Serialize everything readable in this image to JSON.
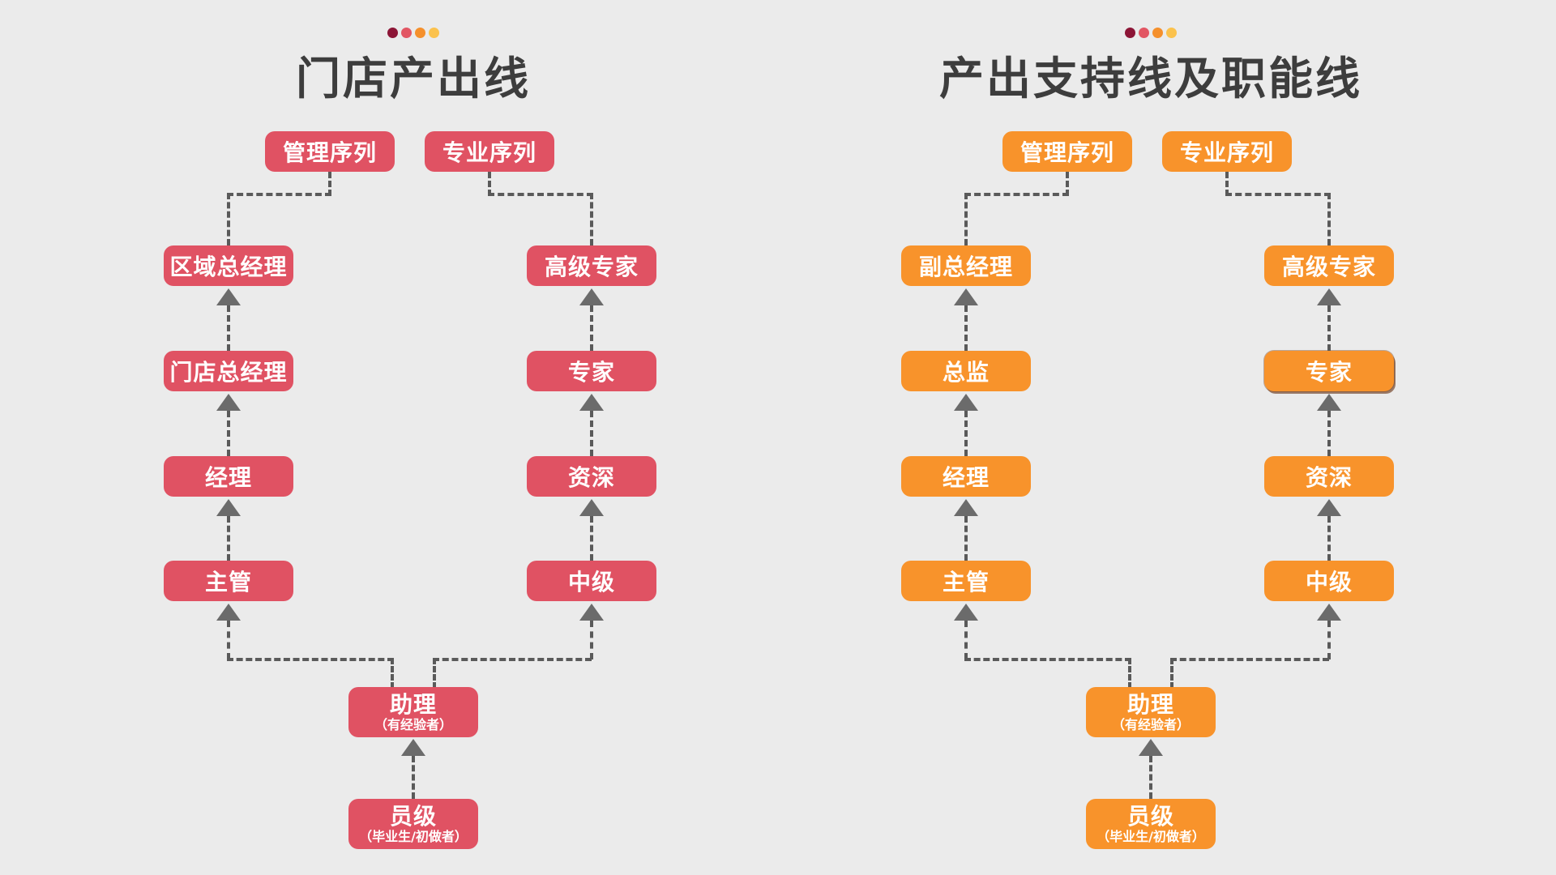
{
  "theme": {
    "bg": "#EBEBEB",
    "line": "#5A5A5A",
    "arrow": "#6B6B6B",
    "title_text": "#3D3D3D"
  },
  "decoration_dots": [
    "#8C1536",
    "#E25663",
    "#F5902C",
    "#FBC24D"
  ],
  "diagrams": [
    {
      "title": "门店产出线",
      "box_color": "#E05263",
      "sequences": [
        "管理序列",
        "专业序列"
      ],
      "management": [
        {
          "label": "区域总经理"
        },
        {
          "label": "门店总经理"
        },
        {
          "label": "经理"
        },
        {
          "label": "主管"
        }
      ],
      "professional": [
        {
          "label": "高级专家"
        },
        {
          "label": "专家"
        },
        {
          "label": "资深"
        },
        {
          "label": "中级"
        }
      ],
      "assistant": {
        "label": "助理",
        "note": "（有经验者）"
      },
      "entry": {
        "label": "员级",
        "note": "（毕业生/初做者）"
      }
    },
    {
      "title": "产出支持线及职能线",
      "box_color": "#F8932B",
      "sequences": [
        "管理序列",
        "专业序列"
      ],
      "management": [
        {
          "label": "副总经理"
        },
        {
          "label": "总监"
        },
        {
          "label": "经理"
        },
        {
          "label": "主管"
        }
      ],
      "professional": [
        {
          "label": "高级专家"
        },
        {
          "label": "专家",
          "outlined": true
        },
        {
          "label": "资深"
        },
        {
          "label": "中级"
        }
      ],
      "assistant": {
        "label": "助理",
        "note": "（有经验者）"
      },
      "entry": {
        "label": "员级",
        "note": "（毕业生/初做者）"
      }
    }
  ]
}
